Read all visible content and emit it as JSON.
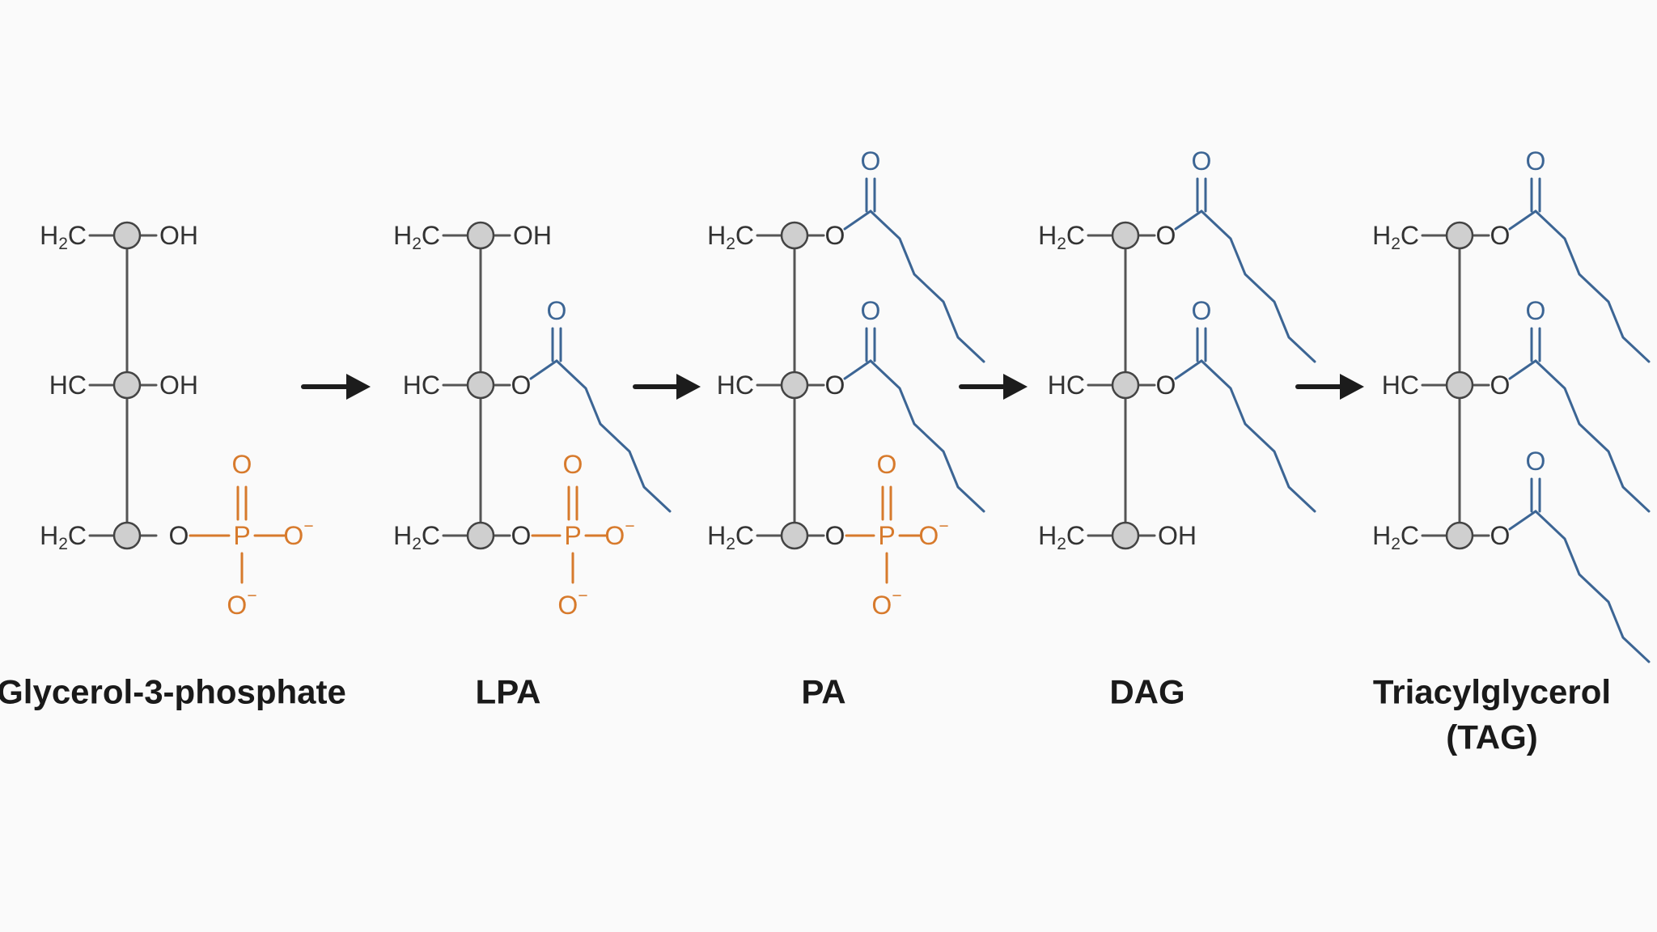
{
  "colors": {
    "backbone": "#555555",
    "label": "#333333",
    "phosphate": "#d77a2c",
    "acyl": "#3c6594",
    "node_fill": "#cfcfcf",
    "node_stroke": "#444444",
    "arrow": "#1c1c1c",
    "caption": "#1a1a1a"
  },
  "atoms": {
    "h": "H",
    "h2_sub": "2",
    "c": "C",
    "hc": "HC",
    "oh": "OH",
    "o": "O",
    "p": "P",
    "minus": "−"
  },
  "stages": [
    {
      "caption": [
        "Glycerol-3-phosphate"
      ],
      "positions": [
        "OH",
        "OH",
        "phosphate"
      ]
    },
    {
      "caption": [
        "LPA"
      ],
      "positions": [
        "OH",
        "acyl",
        "phosphate"
      ]
    },
    {
      "caption": [
        "PA"
      ],
      "positions": [
        "acyl",
        "acyl",
        "phosphate"
      ]
    },
    {
      "caption": [
        "DAG"
      ],
      "positions": [
        "acyl",
        "acyl",
        "OH"
      ]
    },
    {
      "caption": [
        "Triacylglycerol",
        "(TAG)"
      ],
      "positions": [
        "acyl",
        "acyl",
        "acyl"
      ]
    }
  ],
  "arrow_count": 4
}
